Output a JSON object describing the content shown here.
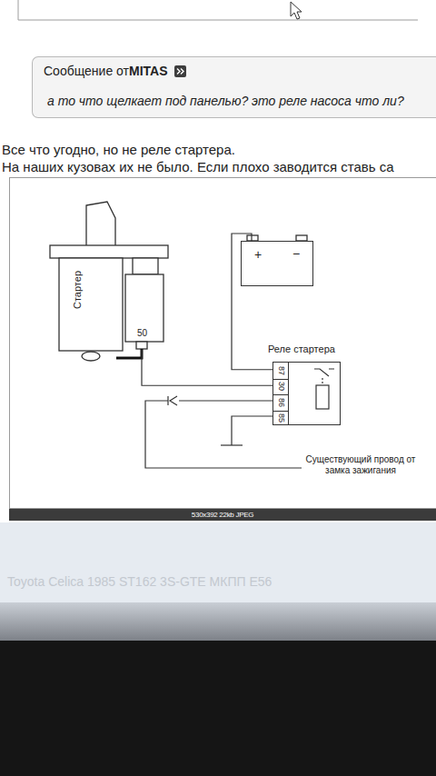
{
  "diagram": {
    "nodes": [
      {
        "text": [
          "Сообщение от",
          "MITAS",
          "а то что щелкает под панелью? это реле насоса что ли?"
        ]
      },
      {
        "text": [
          "Стартер",
          "50"
        ]
      },
      {
        "text": [
          "+",
          "−"
        ]
      },
      {
        "text": [
          "Реле стартера",
          "87",
          "30",
          "86",
          "85"
        ]
      },
      {
        "text": [
          "530x392 22kb JPEG"
        ]
      }
    ],
    "edges": [
      {
        "from": 2,
        "to": 3,
        "arrow": "none"
      },
      {
        "from": 1,
        "to": 3,
        "arrow": "none"
      }
    ],
    "labels": [
      "Все что угодно, но не реле стартера.",
      "На наших кузовах их не было. Если плохо заводится ставь са",
      "Существующий провод от замка зажигания",
      "Toyota Celica 1985 ST162 3S-GTE МКПП E56"
    ]
  }
}
